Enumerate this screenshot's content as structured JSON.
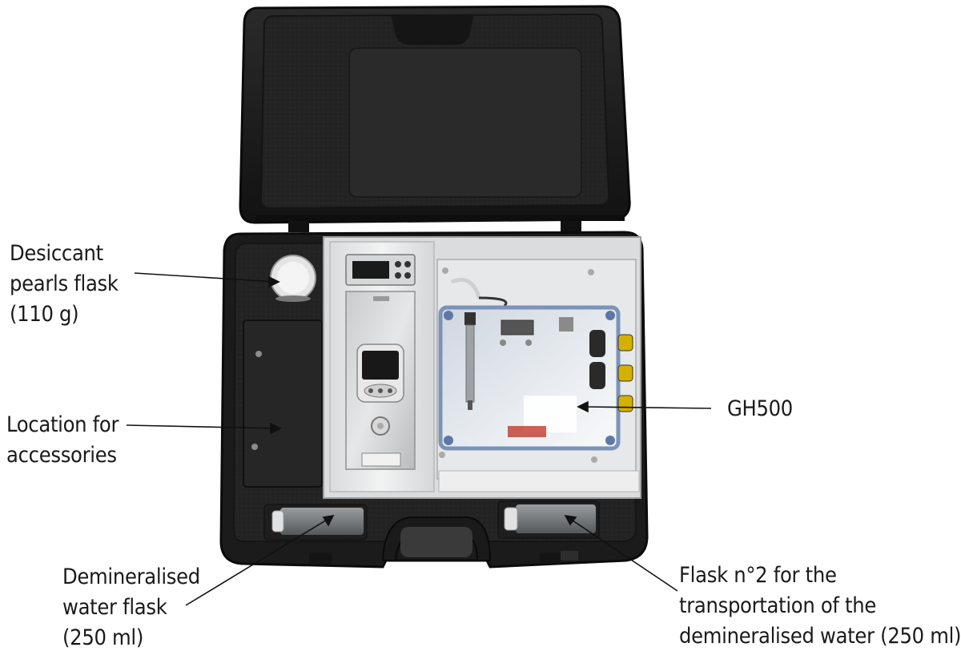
{
  "labels": {
    "desiccant": {
      "lines": [
        "Desiccant",
        "pearls flask",
        "(110 g)"
      ]
    },
    "location": {
      "lines": [
        "Location for",
        "accessories"
      ]
    },
    "gh500": {
      "lines": [
        "GH500"
      ]
    },
    "demin_flask": {
      "lines": [
        "Demineralised",
        "water flask",
        "(250 ml)"
      ]
    },
    "flask2": {
      "lines": [
        "Flask n°2 for the",
        "transportation of the",
        "demineralised water (250 ml)"
      ]
    }
  },
  "colors": {
    "case": "#1b1b1b",
    "foam": "#262626",
    "panel": "#e9eaea",
    "enclosure_blue": "#7c93b8",
    "bottle": "#7a7d80"
  }
}
